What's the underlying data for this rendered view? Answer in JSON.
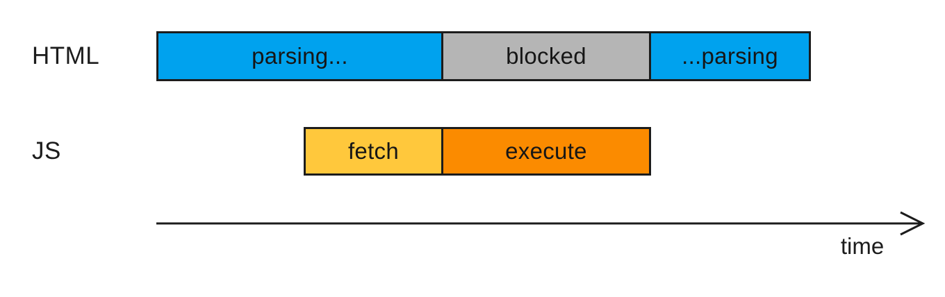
{
  "timeline": {
    "rows": [
      {
        "name": "html",
        "label": "HTML",
        "segments": [
          {
            "name": "parsing-start",
            "label": "parsing...",
            "color": "#00A2EE"
          },
          {
            "name": "blocked",
            "label": "blocked",
            "color": "#B5B5B5"
          },
          {
            "name": "parsing-resume",
            "label": "...parsing",
            "color": "#00A2EE"
          }
        ]
      },
      {
        "name": "js",
        "label": "JS",
        "segments": [
          {
            "name": "fetch",
            "label": "fetch",
            "color": "#FFC83C"
          },
          {
            "name": "execute",
            "label": "execute",
            "color": "#FB8B00"
          }
        ]
      }
    ],
    "axis": {
      "label": "time",
      "color": "#1C1C1C"
    }
  }
}
